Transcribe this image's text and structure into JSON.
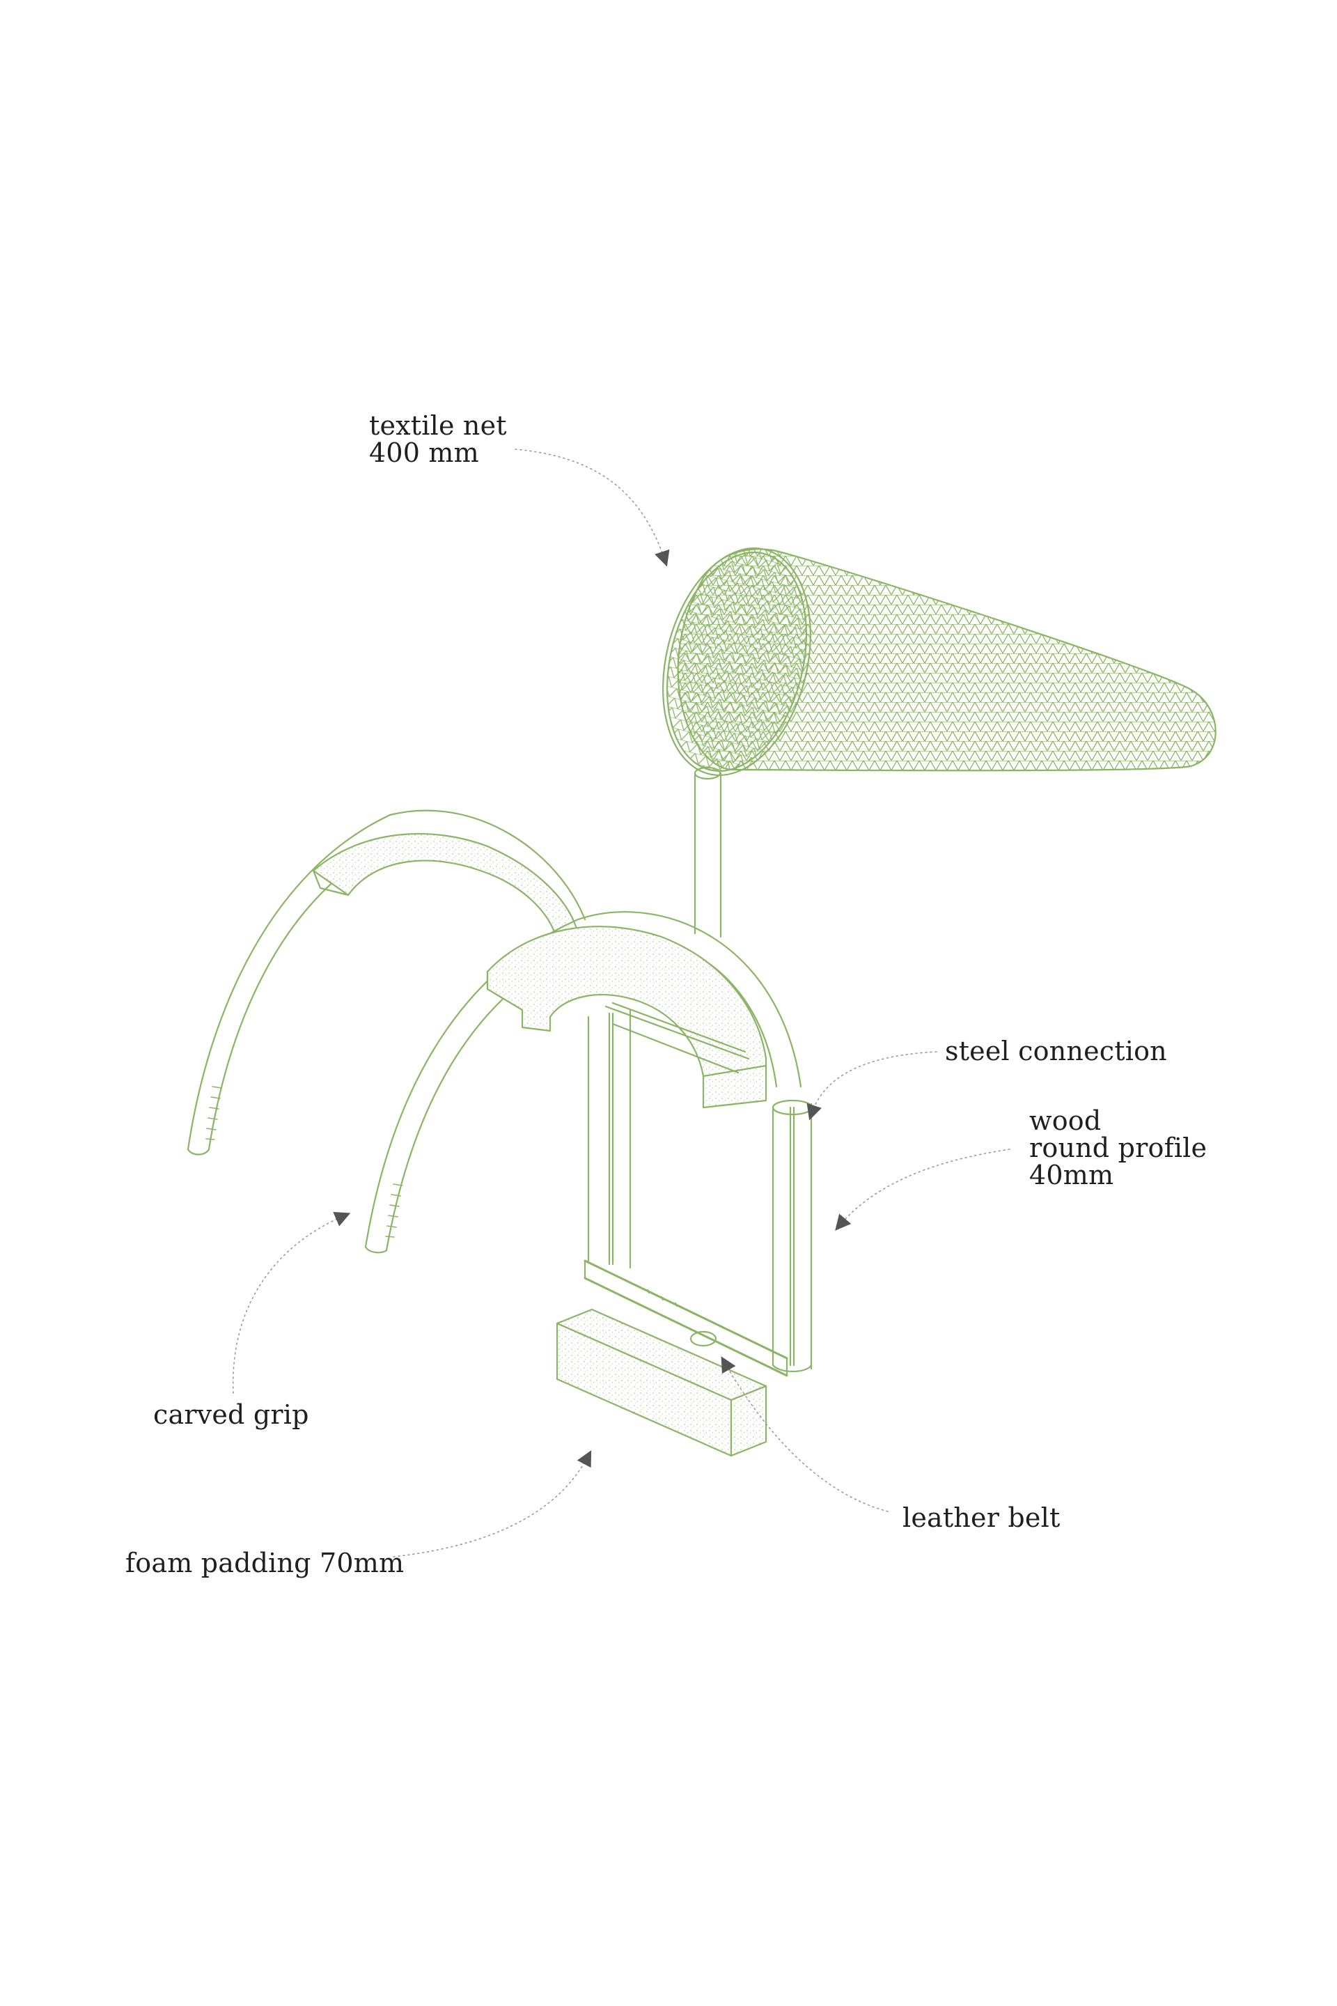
{
  "diagram": {
    "line_color": "#8bb466",
    "leader_color": "#9a9a9a",
    "arrow_color": "#555555",
    "labels": {
      "textile_net": [
        "textile net",
        "400 mm"
      ],
      "steel_connection": [
        "steel connection"
      ],
      "wood_profile": [
        "wood",
        "round profile",
        "40mm"
      ],
      "carved_grip": [
        "carved grip"
      ],
      "foam_padding": [
        "foam padding 70mm"
      ],
      "leather_belt": [
        "leather belt"
      ]
    }
  }
}
